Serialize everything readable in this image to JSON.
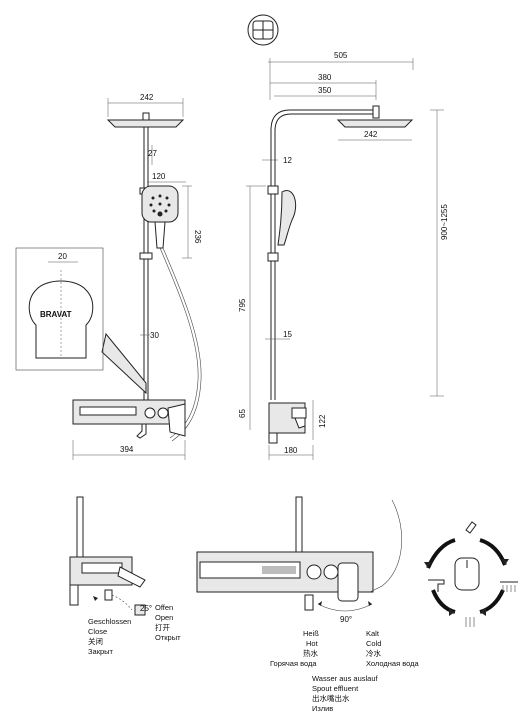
{
  "top_left_view": {
    "dim_head_width": "242",
    "dim_arm_gap": "27",
    "dim_handshower_width": "120",
    "dim_handshower_height": "236",
    "dim_slider_gap": "30",
    "dim_total_width": "394",
    "detail_dim": "20",
    "detail_brand": "BRAVAT"
  },
  "top_right_view": {
    "dim_overall_reach": "505",
    "dim_arm_380": "380",
    "dim_arm_350": "350",
    "dim_head_width": "242",
    "dim_12": "12",
    "dim_height_range": "900~1255",
    "dim_795": "795",
    "dim_15": "15",
    "dim_65": "65",
    "dim_122": "122",
    "dim_depth": "180"
  },
  "bottom_left": {
    "angle": "25°",
    "off_labels": [
      "Offen",
      "Open",
      "打开",
      "Открыт"
    ],
    "close_labels": [
      "Geschlossen",
      "Close",
      "关闭",
      "Закрыт"
    ]
  },
  "bottom_middle": {
    "angle": "90°",
    "hot_labels": [
      "Heiß",
      "Hot",
      "热水",
      "Горячая вода"
    ],
    "cold_labels": [
      "Kalt",
      "Cold",
      "冷水",
      "Холодная вода"
    ],
    "spout_labels": [
      "Wasser aus auslauf",
      "Spout effluent",
      "出水嘴出水",
      "Излив"
    ]
  }
}
